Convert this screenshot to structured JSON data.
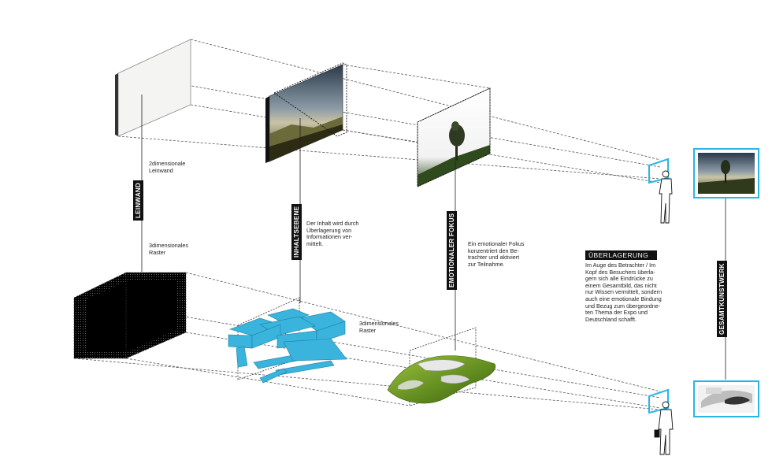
{
  "labels": {
    "leinwand": "LEINWAND",
    "inhaltsebene": "INHALTSEBENE",
    "emotionaler_fokus": "EMOTIONALER FOKUS",
    "gesamtkunstwerk": "GESAMTKUNSTWERK"
  },
  "notes": {
    "leinwand_2d": "2dimensionale\nLeinwand",
    "raster_3d_left": "3dimensionales\nRaster",
    "inhalt": "Der Inhalt wird durch\nÜberlagerung von\nInformationen ver-\nmittelt.",
    "raster_3d_mid": "3dimensionales\nRaster",
    "fokus": "Ein emotionaler Fokus\nkonzentriert den Be-\ntrachter und aktiviert\nzur Teilnahme.",
    "ueberlagerung_title": "ÜBERLAGERUNG",
    "ueberlagerung_text": "Im Auge des Betrachter / Im\nKopf des Besuchers überla-\ngern sich alle Eindrücke zu\neinem Gesamtbild, das nicht\nnur Wissen vermittelt, sondern\nauch eine emotionale Bindung\nund Bezug zum übergeordne-\nten Thema der Expo und\nDeutschland schafft."
  },
  "colors": {
    "accent": "#29b6e6",
    "raster_blue": "#3ab4dc",
    "organic_green": "#7ea832",
    "dark": "#111111"
  }
}
